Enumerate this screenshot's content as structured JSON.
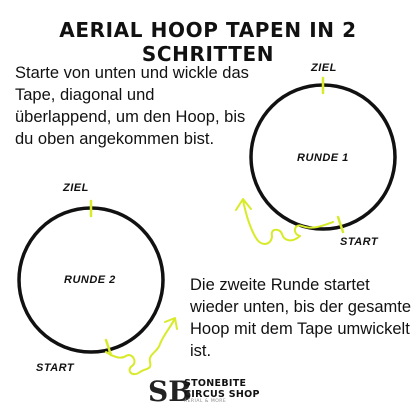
{
  "title": "AERIAL HOOP TAPEN IN 2 SCHRITTEN",
  "instruction_round1": "Starte von unten und wickle das Tape, diagonal und überlappend, um den Hoop, bis du oben angekommen bist.",
  "instruction_round2": "Die zweite Runde startet wieder unten, bis der gesamte Hoop mit dem Tape umwickelt ist.",
  "hoop1": {
    "round_label": "RUNDE 1",
    "goal_label": "ZIEL",
    "start_label": "START"
  },
  "hoop2": {
    "round_label": "RUNDE 2",
    "goal_label": "ZIEL",
    "start_label": "START"
  },
  "logo": {
    "mark": "SB",
    "name_line1": "STONEBITE",
    "name_line2": "CIRCUS SHOP",
    "tagline": "AERIAL & MORE"
  },
  "colors": {
    "accent": "#d8ea2a",
    "hoop": "#111111",
    "text": "#111111"
  }
}
